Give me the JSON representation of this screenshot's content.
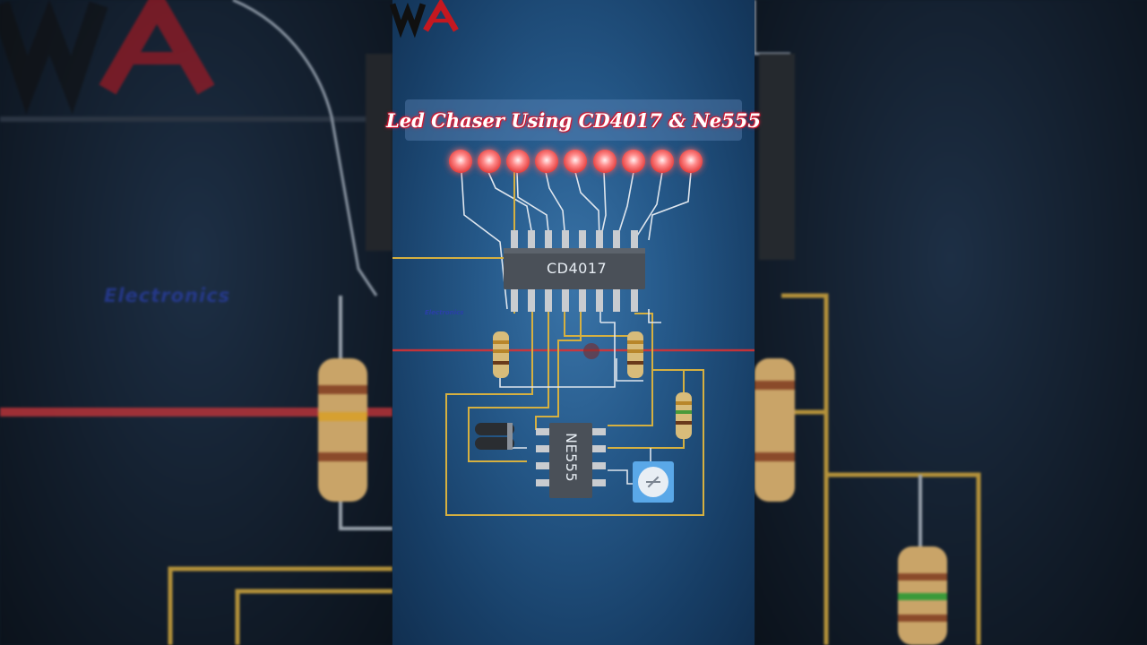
{
  "video": {
    "title": "Led Chaser Using CD4017 & Ne555"
  },
  "diagram": {
    "chip_counter_label": "CD4017",
    "chip_timer_label": "NE555",
    "led_count": 9,
    "led_color": "#ff5a5a",
    "wire_color": "#d6b040",
    "wire_white": "#dfe6ee",
    "chip_color": "#4a5058"
  },
  "logo": {
    "icon": "wa-electronics-logo",
    "sub_text": "Electronics"
  },
  "colors": {
    "stage_bg": "#265a8b",
    "title_glow": "#e0203a"
  }
}
